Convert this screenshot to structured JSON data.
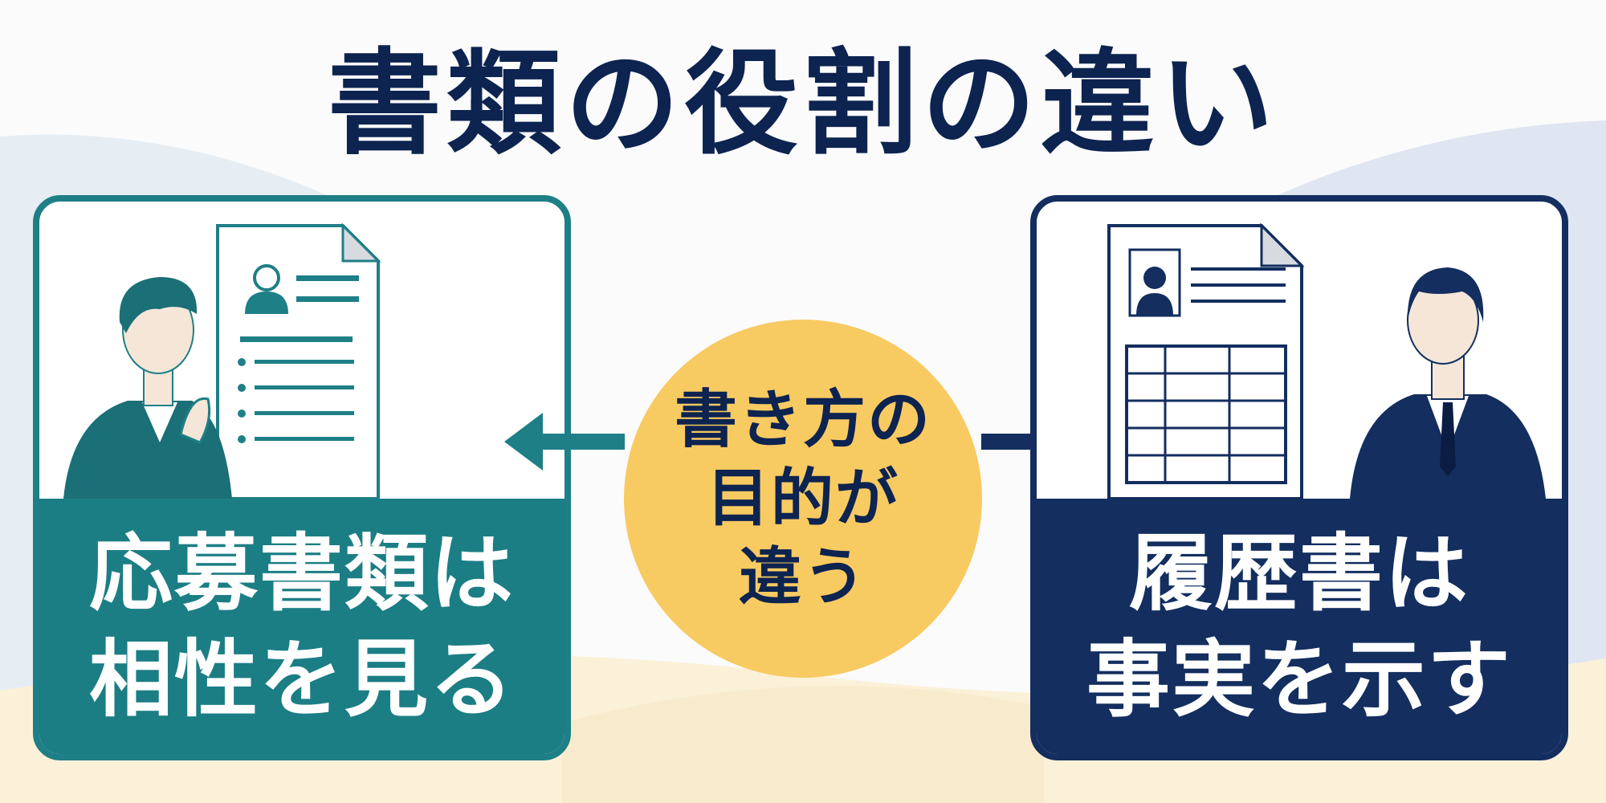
{
  "title": "書類の役割の違い",
  "left_panel": {
    "lines": [
      "応募書類は",
      "相性を見る"
    ],
    "color": "#1b7e84",
    "icons": [
      "thinking-person-icon",
      "profile-document-icon"
    ]
  },
  "center": {
    "lines": [
      "書き方の",
      "目的が",
      "違う"
    ],
    "color": "#f8ca62"
  },
  "right_panel": {
    "lines": [
      "履歴書は",
      "事実を示す"
    ],
    "color": "#132e5f",
    "icons": [
      "resume-form-icon",
      "businessman-icon"
    ]
  },
  "colors": {
    "title": "#0d2350",
    "teal": "#1b7e84",
    "navy": "#132e5f",
    "yellow": "#f8ca62"
  }
}
